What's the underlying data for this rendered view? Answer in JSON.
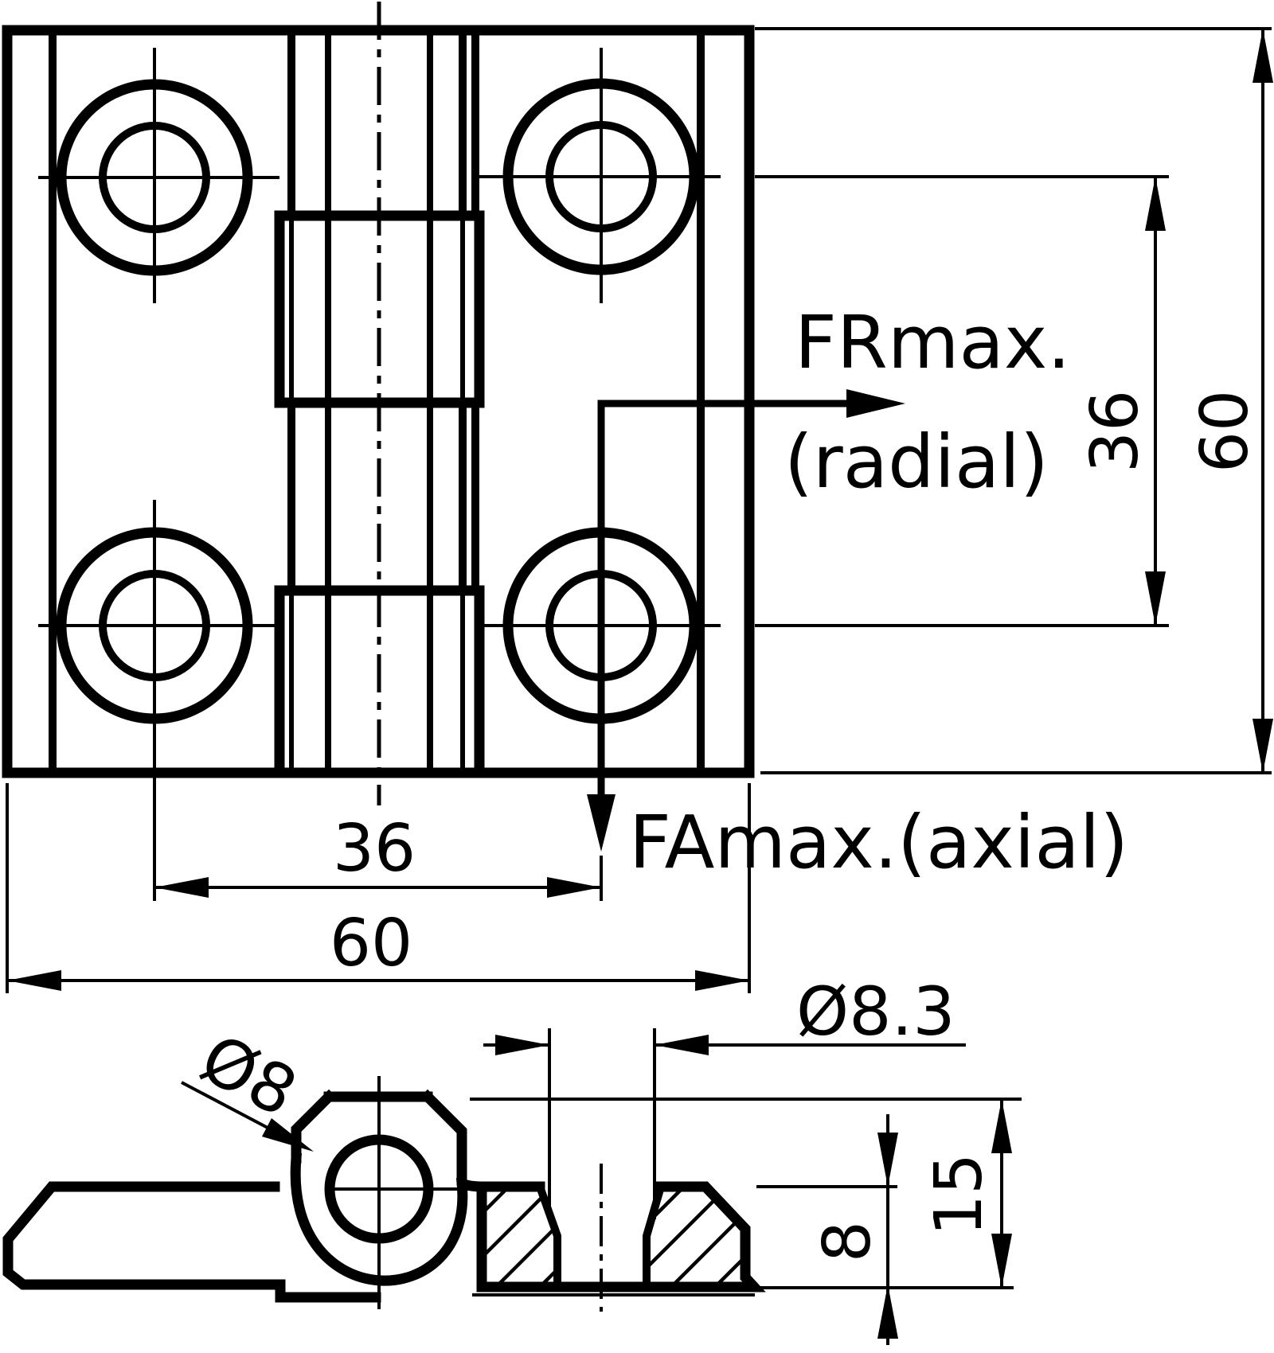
{
  "drawing": {
    "background": "#ffffff",
    "line_color": "#000000",
    "force_labels": {
      "radial": "FRmax.",
      "radial_qualifier": "(radial)",
      "axial": "FAmax.(axial)"
    },
    "top_view": {
      "width_mm": "60",
      "hole_spacing_h_mm": "36",
      "height_mm": "60",
      "hole_spacing_v_mm": "36"
    },
    "side_view": {
      "pin_diameter": "Ø8",
      "bore_diameter": "Ø8.3",
      "leaf_thickness_mm": "8",
      "knuckle_height_mm": "15"
    }
  }
}
